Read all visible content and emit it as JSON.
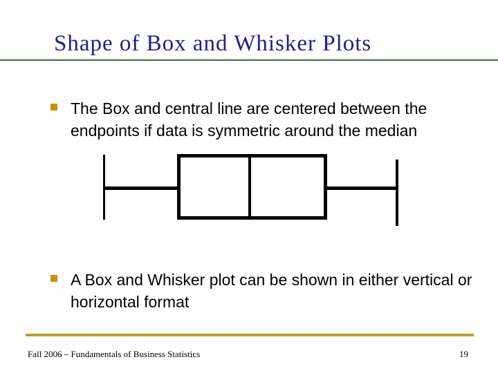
{
  "slide": {
    "title": "Shape of Box and Whisker Plots",
    "bullets": [
      {
        "marker": "square-bullet-icon",
        "text": "The Box and central line are centered between the endpoints if data is symmetric around the median"
      },
      {
        "marker": "square-bullet-icon",
        "text": "A Box and Whisker plot can be shown in either vertical or horizontal format"
      }
    ],
    "diagram": {
      "type": "box-and-whisker-horizontal",
      "parts": [
        "left-whisker-cap",
        "left-whisker-line",
        "box",
        "median-line",
        "right-whisker-line",
        "right-whisker-cap"
      ]
    },
    "footer": {
      "course_label": "Fall 2006 – Fundamentals of Business Statistics",
      "page_number": "19"
    },
    "colors": {
      "title_text": "#1F1F8C",
      "title_rule": "#3E6B3E",
      "bullet_marker": "#C6930A",
      "footer_rule": "#C0A128",
      "diagram_stroke": "#000000",
      "body_text": "#000000"
    }
  }
}
